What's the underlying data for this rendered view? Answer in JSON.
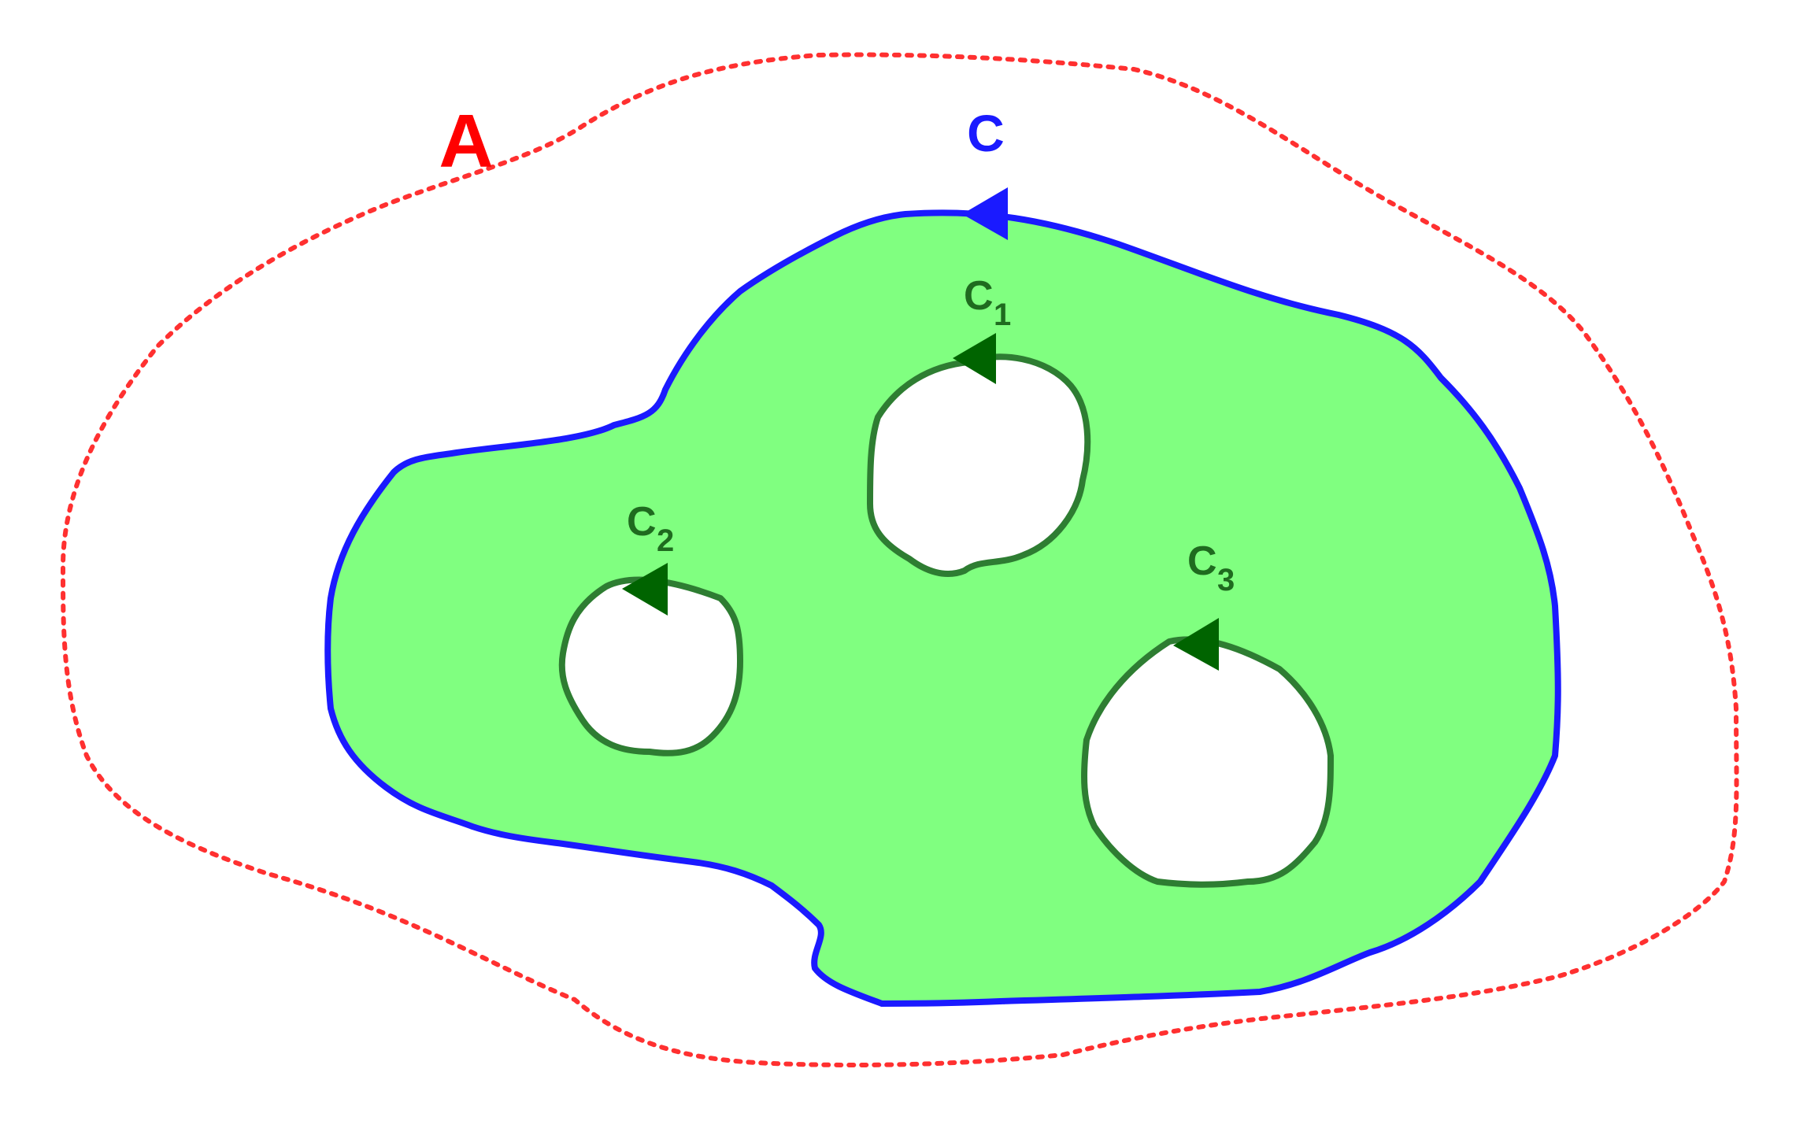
{
  "diagram": {
    "region_label": "A",
    "outer_curve_label": "C",
    "holes": [
      {
        "letter": "C",
        "subscript": "1"
      },
      {
        "letter": "C",
        "subscript": "2"
      },
      {
        "letter": "C",
        "subscript": "3"
      }
    ]
  },
  "colors": {
    "region_boundary": "#ff3030",
    "region_label": "#ff0000",
    "outer_curve": "#1a1aff",
    "outer_curve_label": "#1a1aff",
    "domain_fill": "#80ff80",
    "hole_curve": "#2e7d32",
    "hole_arrow": "#006400",
    "hole_label": "#1f6b1f",
    "background": "#ffffff"
  },
  "icons": {
    "outer_arrow": "arrowhead-left",
    "hole_arrows": "arrowhead-left"
  }
}
